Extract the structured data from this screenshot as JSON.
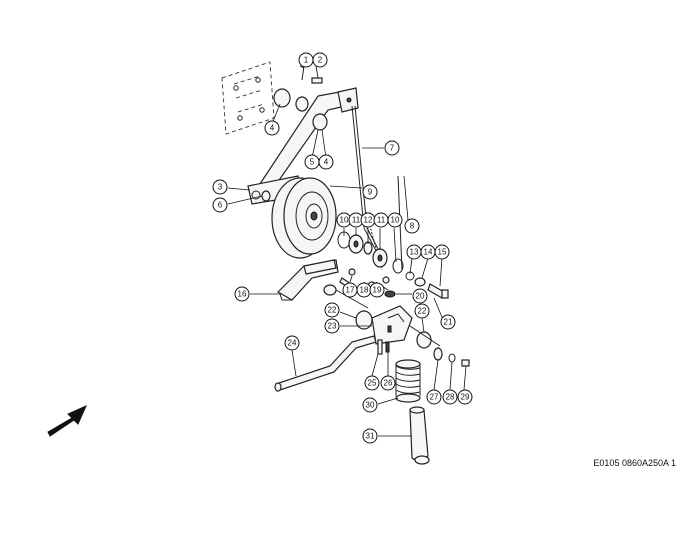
{
  "diagram": {
    "reference_code": "E0105 0860A250A 1",
    "callouts": [
      {
        "id": "c1",
        "label": "1"
      },
      {
        "id": "c2",
        "label": "2"
      },
      {
        "id": "c3",
        "label": "3"
      },
      {
        "id": "c4a",
        "label": "4"
      },
      {
        "id": "c4b",
        "label": "4"
      },
      {
        "id": "c5",
        "label": "5"
      },
      {
        "id": "c6",
        "label": "6"
      },
      {
        "id": "c7",
        "label": "7"
      },
      {
        "id": "c8",
        "label": "8"
      },
      {
        "id": "c9",
        "label": "9"
      },
      {
        "id": "c10a",
        "label": "10"
      },
      {
        "id": "c11a",
        "label": "11"
      },
      {
        "id": "c12",
        "label": "12"
      },
      {
        "id": "c11b",
        "label": "11"
      },
      {
        "id": "c10b",
        "label": "10"
      },
      {
        "id": "c13",
        "label": "13"
      },
      {
        "id": "c14",
        "label": "14"
      },
      {
        "id": "c15",
        "label": "15"
      },
      {
        "id": "c16",
        "label": "16"
      },
      {
        "id": "c17",
        "label": "17"
      },
      {
        "id": "c18",
        "label": "18"
      },
      {
        "id": "c19",
        "label": "19"
      },
      {
        "id": "c20",
        "label": "20"
      },
      {
        "id": "c21",
        "label": "21"
      },
      {
        "id": "c22a",
        "label": "22"
      },
      {
        "id": "c22b",
        "label": "22"
      },
      {
        "id": "c23",
        "label": "23"
      },
      {
        "id": "c24",
        "label": "24"
      },
      {
        "id": "c25",
        "label": "25"
      },
      {
        "id": "c26",
        "label": "26"
      },
      {
        "id": "c27",
        "label": "27"
      },
      {
        "id": "c28",
        "label": "28"
      },
      {
        "id": "c29",
        "label": "29"
      },
      {
        "id": "c30",
        "label": "30"
      },
      {
        "id": "c31",
        "label": "31"
      }
    ]
  }
}
